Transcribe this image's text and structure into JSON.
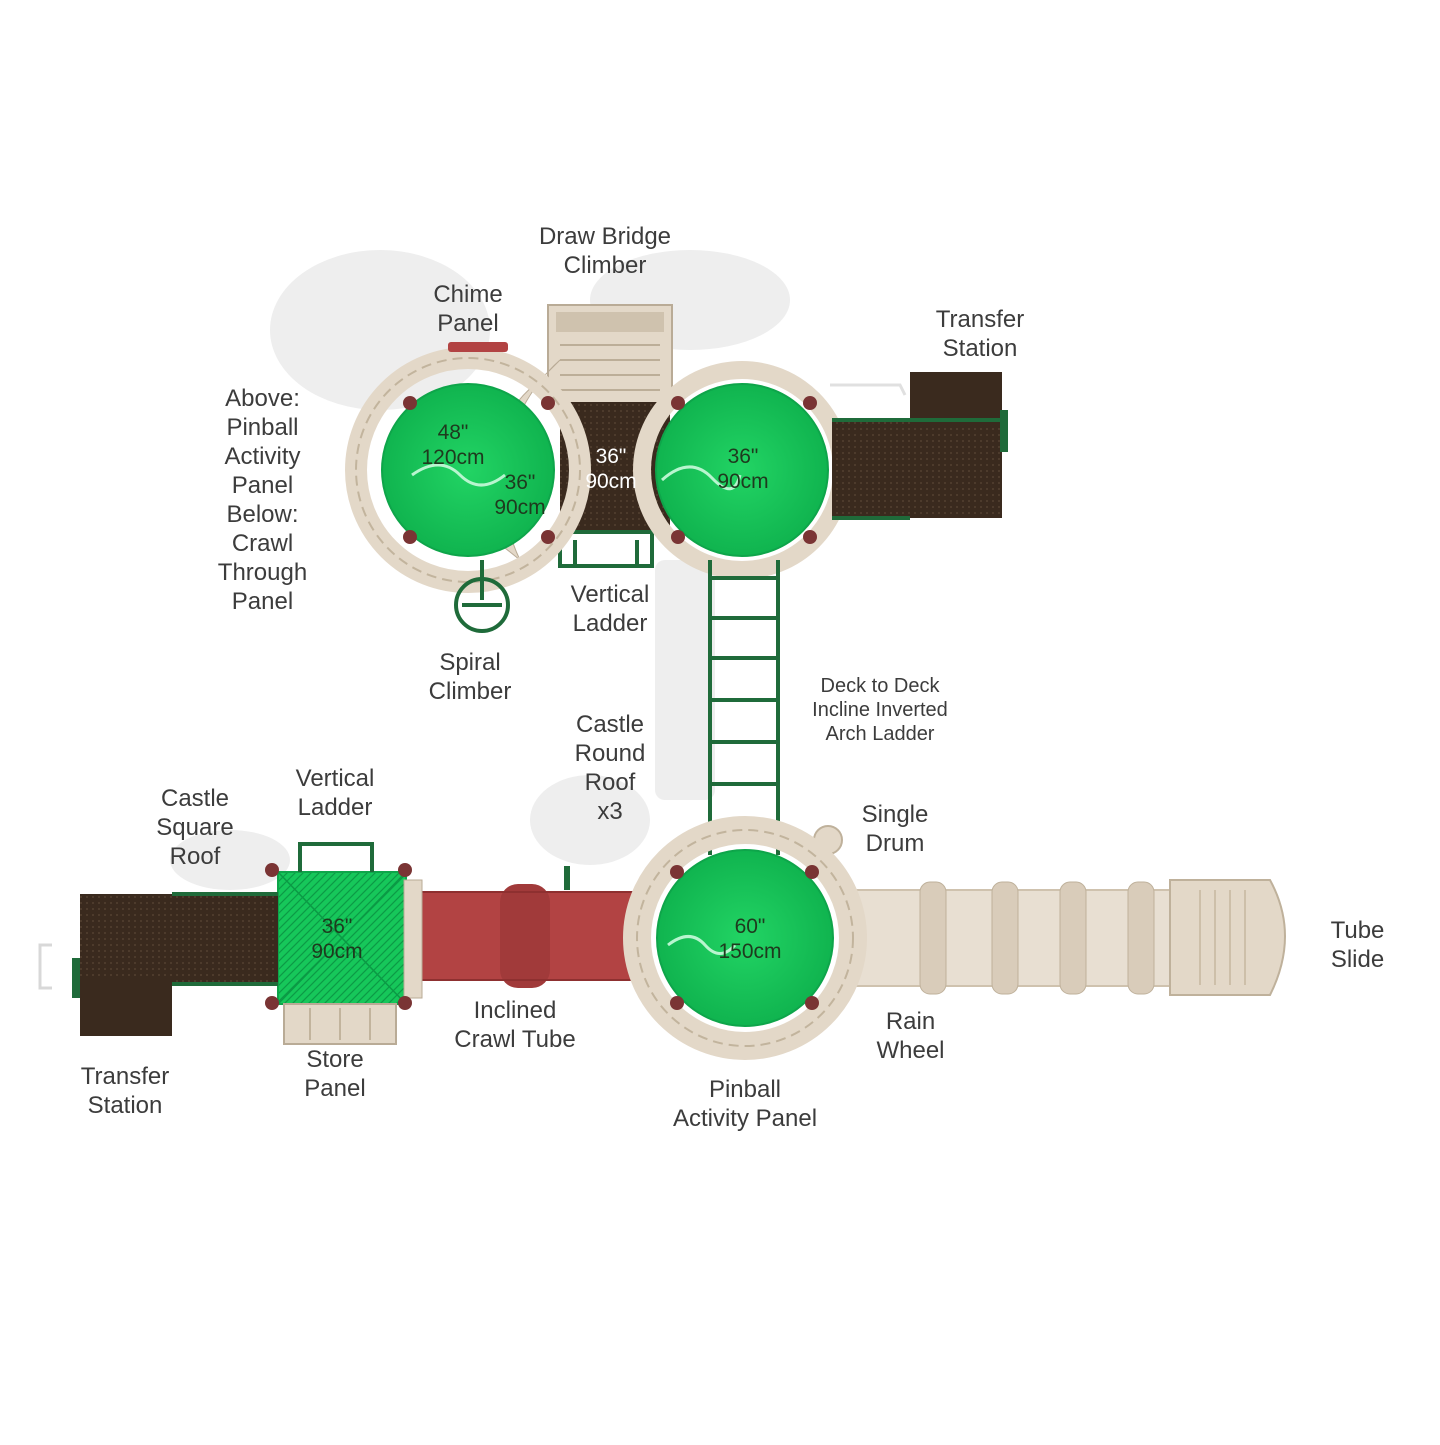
{
  "labels": {
    "draw_bridge": "Draw Bridge\nClimber",
    "chime_panel": "Chime\nPanel",
    "transfer_station_top": "Transfer\nStation",
    "pinball_crawl": "Above:\nPinball\nActivity\nPanel\nBelow:\nCrawl\nThrough\nPanel",
    "vertical_ladder_top": "Vertical\nLadder",
    "spiral_climber": "Spiral\nClimber",
    "castle_round_roof": "Castle\nRound\nRoof\nx3",
    "deck_to_deck": "Deck to Deck\nIncline Inverted\nArch Ladder",
    "vertical_ladder_left": "Vertical\nLadder",
    "castle_square_roof": "Castle\nSquare\nRoof",
    "single_drum": "Single\nDrum",
    "tube_slide": "Tube\nSlide",
    "rain_wheel": "Rain\nWheel",
    "inclined_crawl_tube": "Inclined\nCrawl Tube",
    "store_panel": "Store\nPanel",
    "transfer_station_bottom": "Transfer\nStation",
    "pinball_activity_panel": "Pinball\nActivity Panel"
  },
  "dimensions": {
    "deck_48": "48\"\n120cm",
    "deck_36_left": "36\"\n90cm",
    "deck_36_center": "36\"\n90cm",
    "deck_36_right": "36\"\n90cm",
    "deck_36_square": "36\"\n90cm",
    "deck_60": "60\"\n150cm"
  },
  "colors": {
    "roof_green": "#16c75a",
    "roof_green_dark": "#0ea54a",
    "frame_green": "#1f6b3a",
    "deck_brown": "#3a2a1e",
    "tan": "#e6dccd",
    "tan_dark": "#cfc2ae",
    "crawl_tube_red": "#b24343",
    "slide_tan": "#e8dfd2",
    "shadow": "#ececec"
  }
}
